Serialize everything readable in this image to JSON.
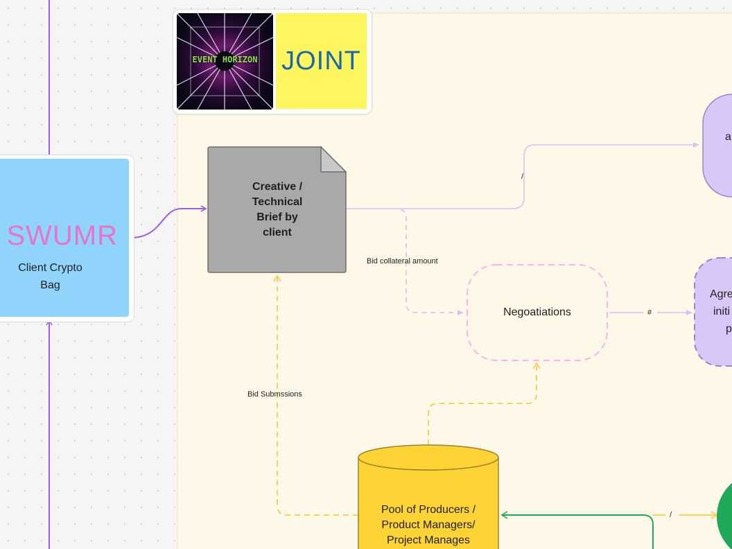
{
  "logo": {
    "event_horizon_text": "EVENT HORIZON",
    "joint_text": "JOINT"
  },
  "client": {
    "brand": "SWUMR",
    "label_line1": "Client Crypto",
    "label_line2": "Bag"
  },
  "brief": {
    "line1": "Creative /",
    "line2": "Technical",
    "line3": "Brief by",
    "line4": "client"
  },
  "negotiations": {
    "label": "Negoatiations"
  },
  "agreement": {
    "line1": "Agre",
    "line2": "initi",
    "line3": "p"
  },
  "top_right_node": {
    "text": "a"
  },
  "pool": {
    "line1": "Pool of Producers /",
    "line2": "Product Managers/",
    "line3": "Project Manages"
  },
  "edge_labels": {
    "slash_top": "/",
    "bid_collateral": "Bid collateral amount",
    "hash": "#",
    "bid_submissions": "Bid Submssions",
    "slash_bottom": "/"
  },
  "colors": {
    "canvas_bg": "#f5f5f5",
    "frame_bg": "#fdf8e8",
    "frame_border": "#f7e2a6",
    "client_fill": "#91d4fb",
    "brand_pink": "#e774c6",
    "brief_fill": "#a9a9a9",
    "lavender": "#d9c7f7",
    "lavender_edge": "#dac8f5",
    "purple_line": "#9d5ce8",
    "pink_dash": "#f5b6ee",
    "yellow_dash": "#f6cc4a",
    "pool_fill": "#fdd335",
    "green": "#22a85a",
    "joint_yellow": "#fdf65e",
    "joint_blue": "#1b67a8"
  }
}
